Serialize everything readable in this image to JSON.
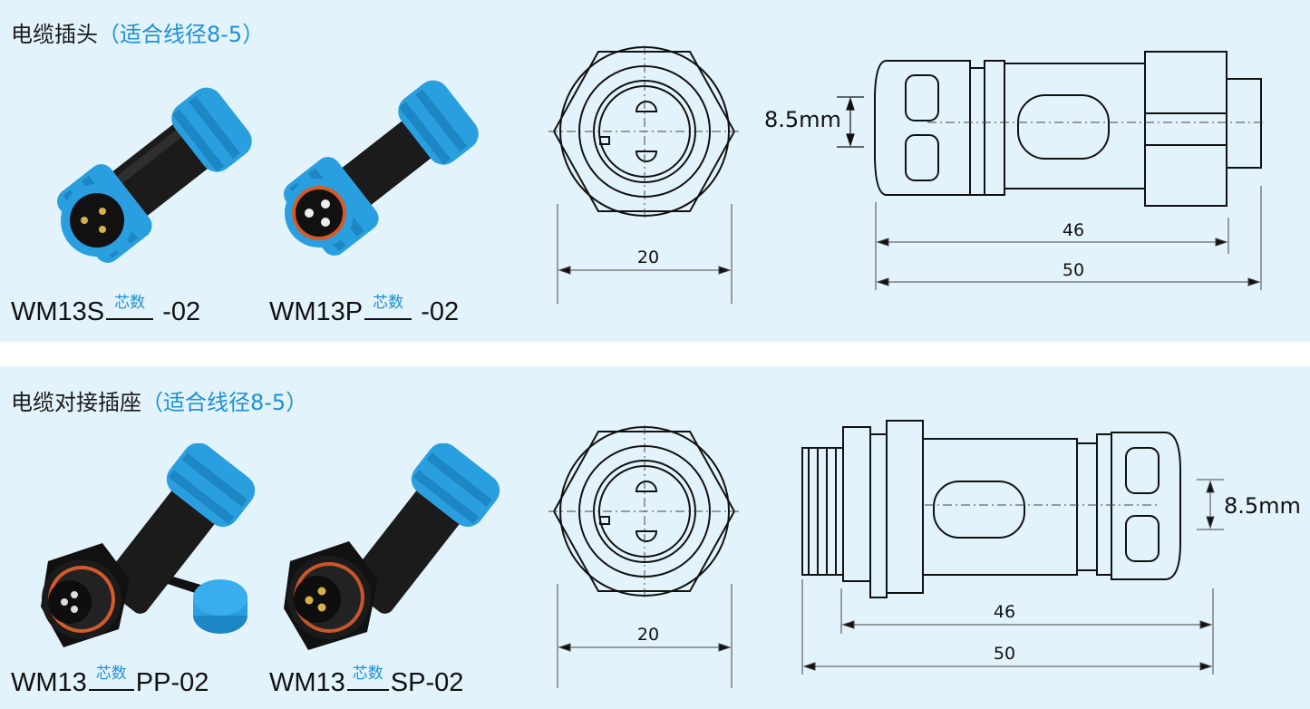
{
  "sections": [
    {
      "title": "电缆插头",
      "subtitle": "（适合线径8-5）",
      "products": [
        {
          "prefix": "WM13S",
          "suffix": " -02",
          "cores_label": "芯数"
        },
        {
          "prefix": "WM13P",
          "suffix": " -02",
          "cores_label": "芯数"
        }
      ],
      "front_view": {
        "width_label": "20"
      },
      "side_view": {
        "diameter_label": "8.5mm",
        "dim_inner": "46",
        "dim_outer": "50"
      }
    },
    {
      "title": "电缆对接插座",
      "subtitle": "（适合线径8-5）",
      "products": [
        {
          "prefix": "WM13",
          "suffix": "PP-02",
          "cores_label": "芯数"
        },
        {
          "prefix": "WM13",
          "suffix": "SP-02",
          "cores_label": "芯数"
        }
      ],
      "front_view": {
        "width_label": "20"
      },
      "side_view": {
        "diameter_label": "8.5mm",
        "dim_inner": "46",
        "dim_outer": "50"
      }
    }
  ],
  "colors": {
    "panel_bg": "#e3f3fb",
    "accent": "#1e90d6",
    "cap_blue": "#2a9fe0",
    "body_black": "#161616"
  }
}
